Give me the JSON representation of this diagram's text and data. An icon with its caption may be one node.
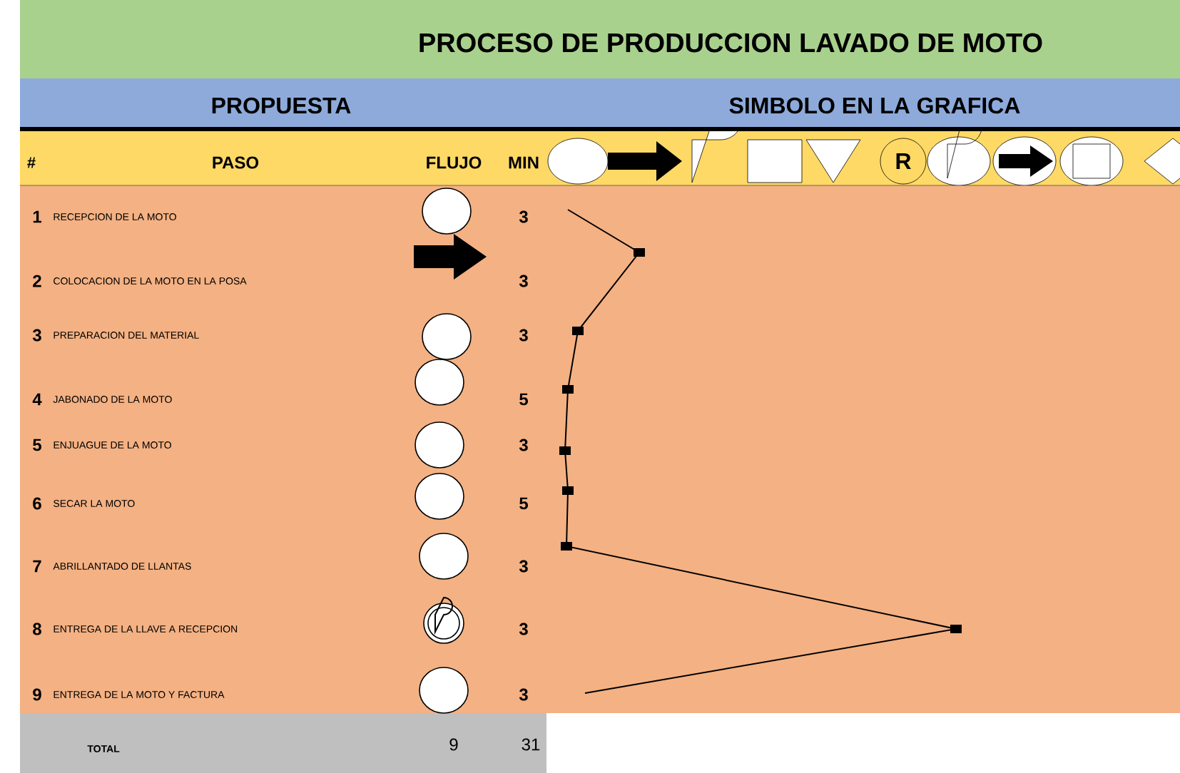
{
  "diagram": {
    "title": "PROCESO DE PRODUCCION LAVADO DE MOTO",
    "nodes": [
      {
        "text": [
          "R"
        ]
      }
    ],
    "labels": [
      "PROPUESTA",
      "SIMBOLO EN LA GRAFICA",
      "#",
      "PASO",
      "FLUJO",
      "MIN",
      "1",
      "RECEPCION DE LA MOTO",
      "3",
      "2",
      "COLOCACION DE LA MOTO EN LA POSA",
      "3",
      "3",
      "PREPARACION DEL MATERIAL",
      "3",
      "4",
      "JABONADO DE LA MOTO",
      "5",
      "5",
      "ENJUAGUE DE LA MOTO",
      "3",
      "6",
      "SECAR LA MOTO",
      "5",
      "7",
      "ABRILLANTADO DE LLANTAS",
      "3",
      "8",
      "ENTREGA DE LA LLAVE A RECEPCION",
      "3",
      "9",
      "ENTREGA DE LA MOTO Y FACTURA",
      "3",
      "TOTAL",
      "9",
      "31"
    ]
  }
}
